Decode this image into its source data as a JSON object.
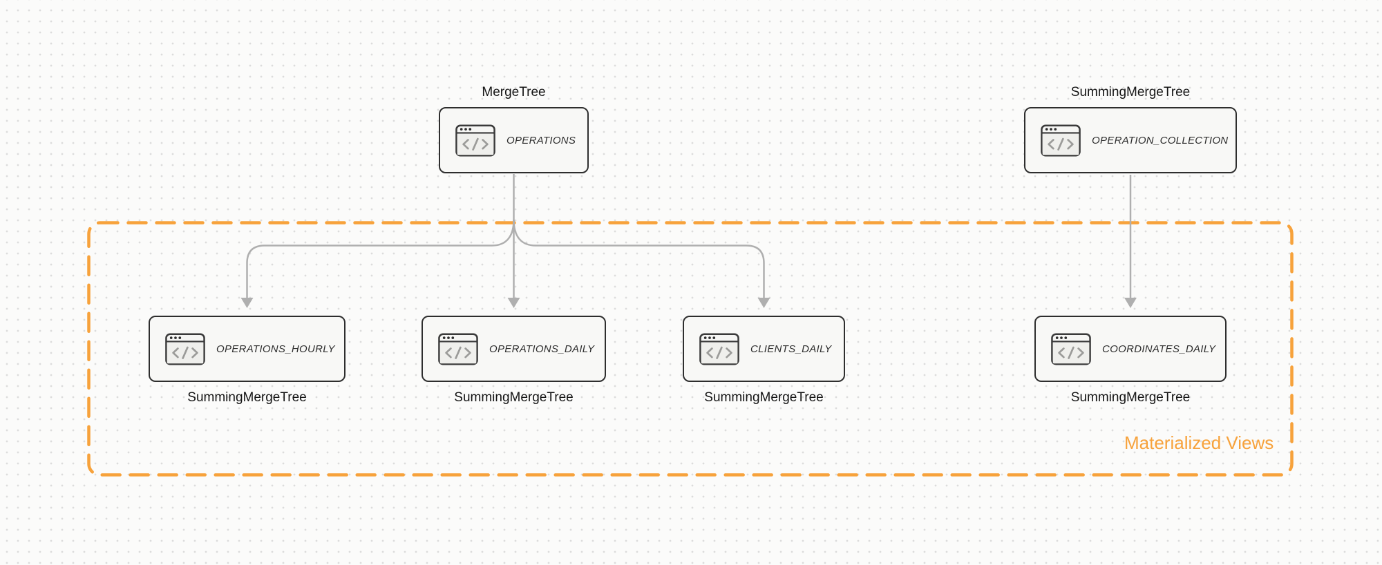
{
  "colors": {
    "accent_orange": "#F7A23B",
    "arrow_gray": "#AFAFAF",
    "node_border": "#2E2E2E",
    "node_fill": "#F8F8F6",
    "canvas_background": "#FBFBFA",
    "dot_grid": "#DCDCDC"
  },
  "group": {
    "label": "Materialized Views"
  },
  "nodes": {
    "operations": {
      "title": "OPERATIONS",
      "engine": "MergeTree",
      "icon": "code-window-icon"
    },
    "operation_collection": {
      "title": "OPERATION_COLLECTION",
      "engine": "SummingMergeTree",
      "icon": "code-window-icon"
    },
    "operations_hourly": {
      "title": "OPERATIONS_HOURLY",
      "engine": "SummingMergeTree",
      "icon": "code-window-icon"
    },
    "operations_daily": {
      "title": "OPERATIONS_DAILY",
      "engine": "SummingMergeTree",
      "icon": "code-window-icon"
    },
    "clients_daily": {
      "title": "CLIENTS_DAILY",
      "engine": "SummingMergeTree",
      "icon": "code-window-icon"
    },
    "coordinates_daily": {
      "title": "COORDINATES_DAILY",
      "engine": "SummingMergeTree",
      "icon": "code-window-icon"
    }
  },
  "edges": [
    {
      "from": "OPERATIONS",
      "to": "OPERATIONS_HOURLY"
    },
    {
      "from": "OPERATIONS",
      "to": "OPERATIONS_DAILY"
    },
    {
      "from": "OPERATIONS",
      "to": "CLIENTS_DAILY"
    },
    {
      "from": "OPERATION_COLLECTION",
      "to": "COORDINATES_DAILY"
    }
  ]
}
